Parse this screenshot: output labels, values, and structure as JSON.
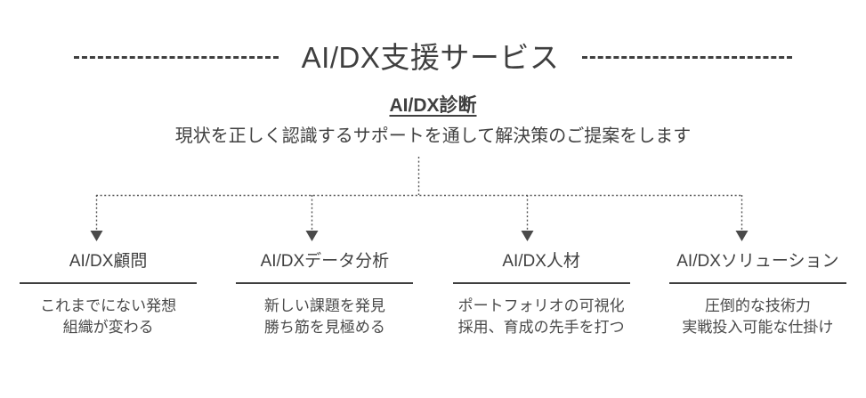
{
  "header": {
    "title": "AI/DX支援サービス",
    "left_divider": "dashed-line",
    "right_divider": "dashed-line"
  },
  "root": {
    "heading": "AI/DX診断",
    "description": "現状を正しく認識するサポートを通して解決策のご提案をします"
  },
  "connector": {
    "style": "dotted",
    "arrowhead": "solid-triangle-down",
    "branch_count": 4
  },
  "colors": {
    "text": "#3f3f3f",
    "body_text": "#4a4a4a",
    "rule": "#3f3f3f",
    "connector": "#555555",
    "background": "#ffffff"
  },
  "columns": [
    {
      "title": "AI/DX顧問",
      "lines": [
        "これまでにない発想",
        "組織が変わる"
      ]
    },
    {
      "title": "AI/DXデータ分析",
      "lines": [
        "新しい課題を発見",
        "勝ち筋を見極める"
      ]
    },
    {
      "title": "AI/DX人材",
      "lines": [
        "ポートフォリオの可視化",
        "採用、育成の先手を打つ"
      ]
    },
    {
      "title": "AI/DXソリューション",
      "lines": [
        "圧倒的な技術力",
        "実戦投入可能な仕掛け"
      ]
    }
  ]
}
